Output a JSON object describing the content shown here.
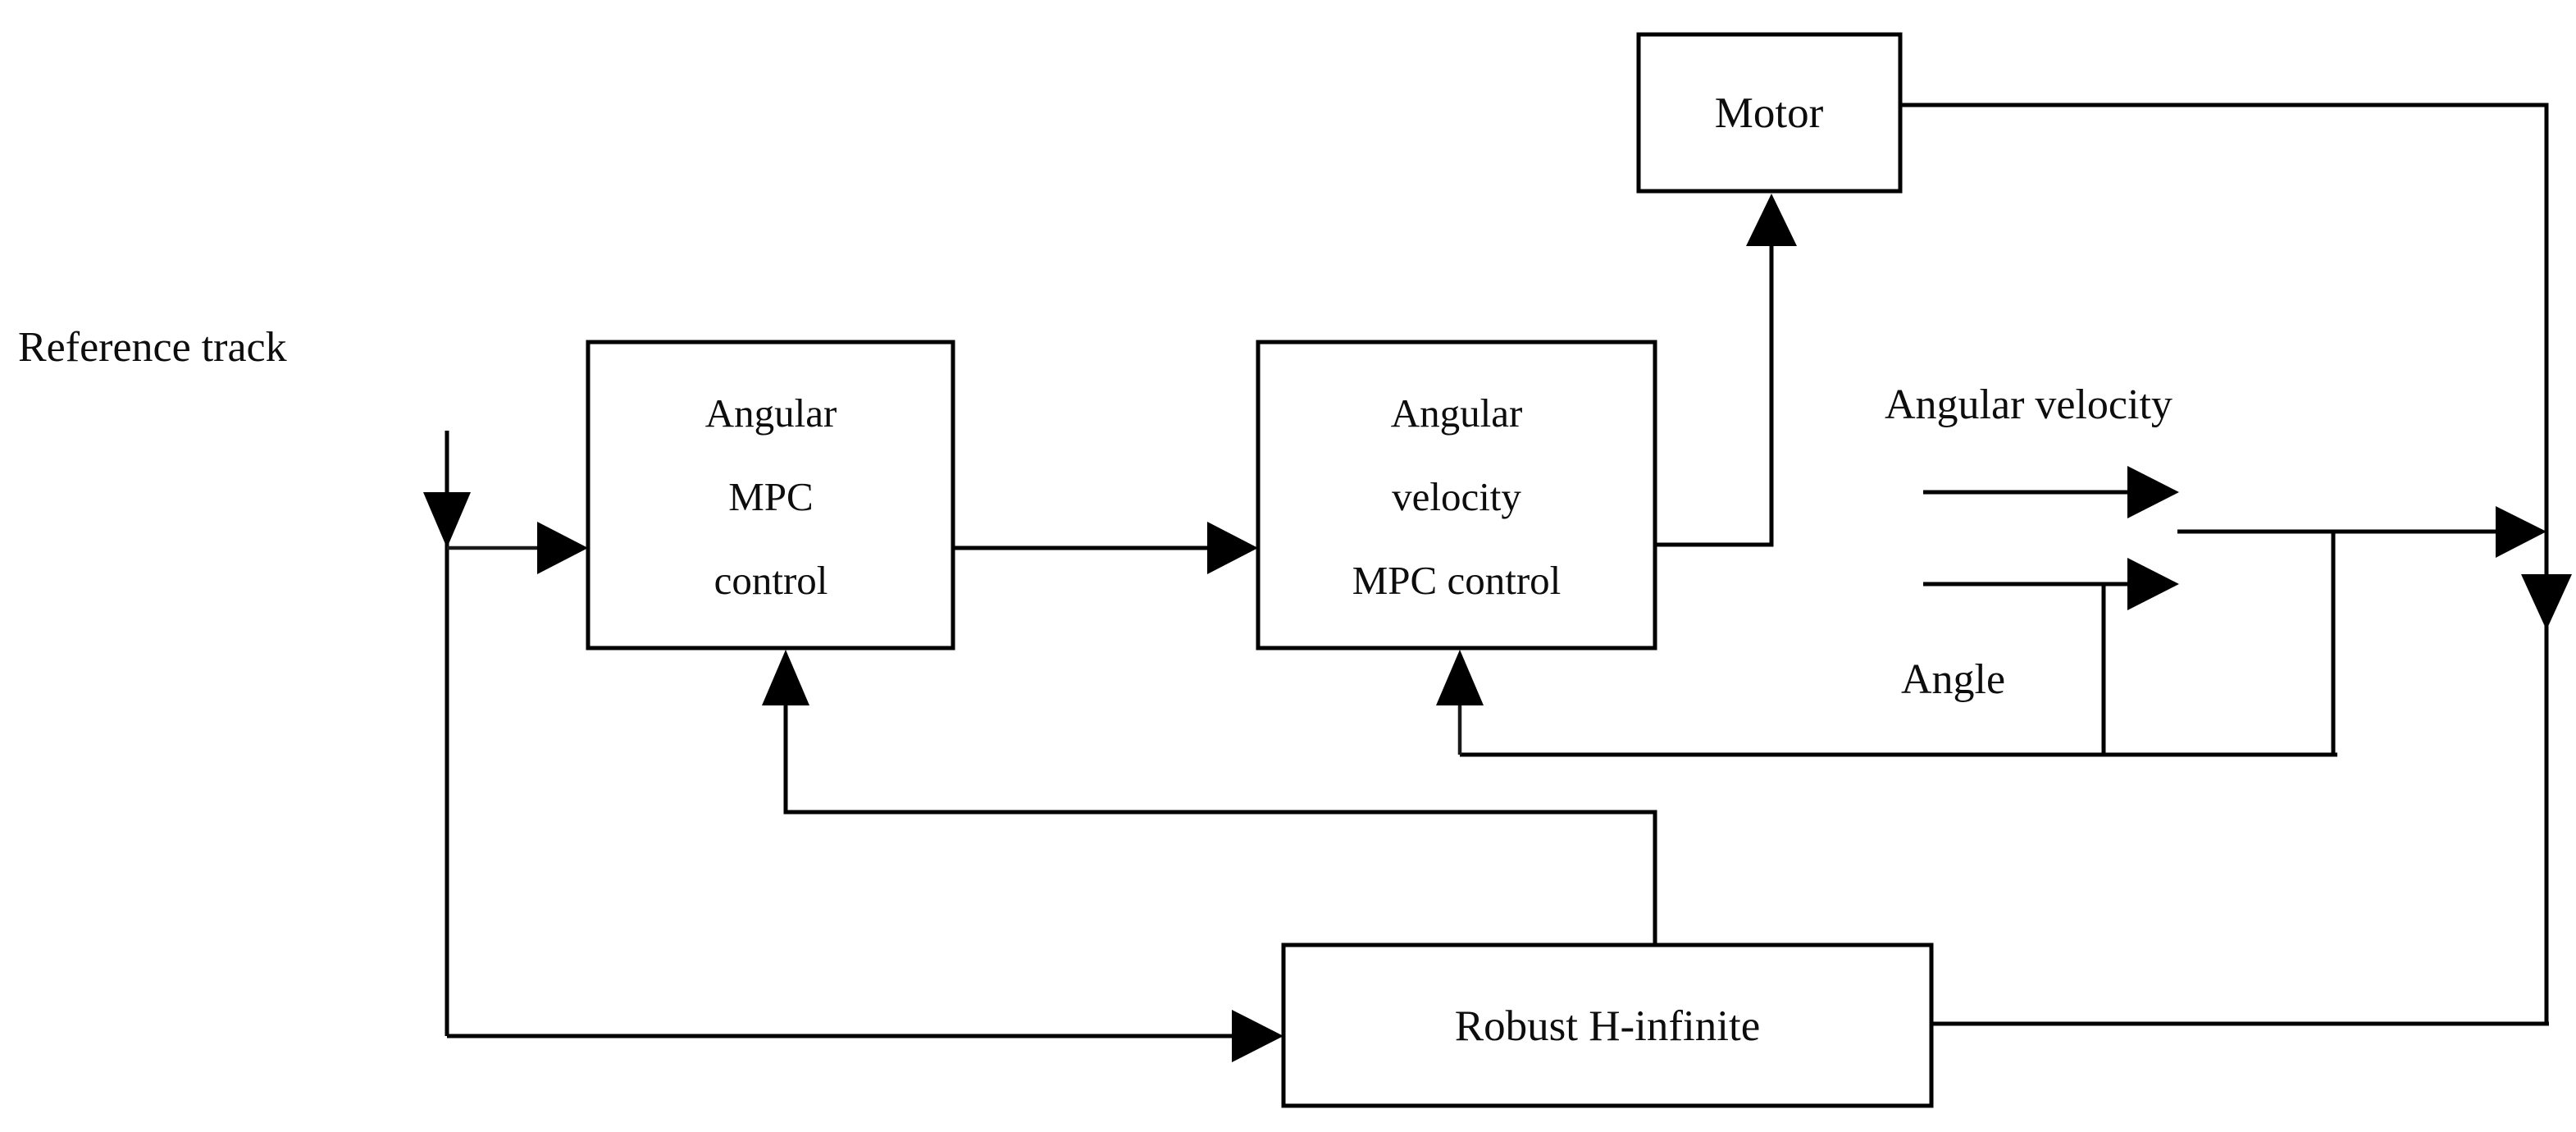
{
  "diagram": {
    "title_text_present": false,
    "background_color": "#ffffff",
    "line_color": "#000000",
    "text_color": "#0d0d0d",
    "blocks": [
      {
        "id": "angular-mpc-control",
        "lines": [
          "Angular",
          "MPC",
          "control"
        ]
      },
      {
        "id": "angular-velocity-mpc-control",
        "lines": [
          "Angular",
          "velocity",
          "MPC control"
        ]
      },
      {
        "id": "motor",
        "lines": [
          "Motor"
        ]
      },
      {
        "id": "robust-h-infinite",
        "lines": [
          "Robust H-infinite"
        ]
      }
    ],
    "labels": {
      "reference_track": "Reference track",
      "angular_velocity": "Angular velocity",
      "angle": "Angle"
    }
  }
}
